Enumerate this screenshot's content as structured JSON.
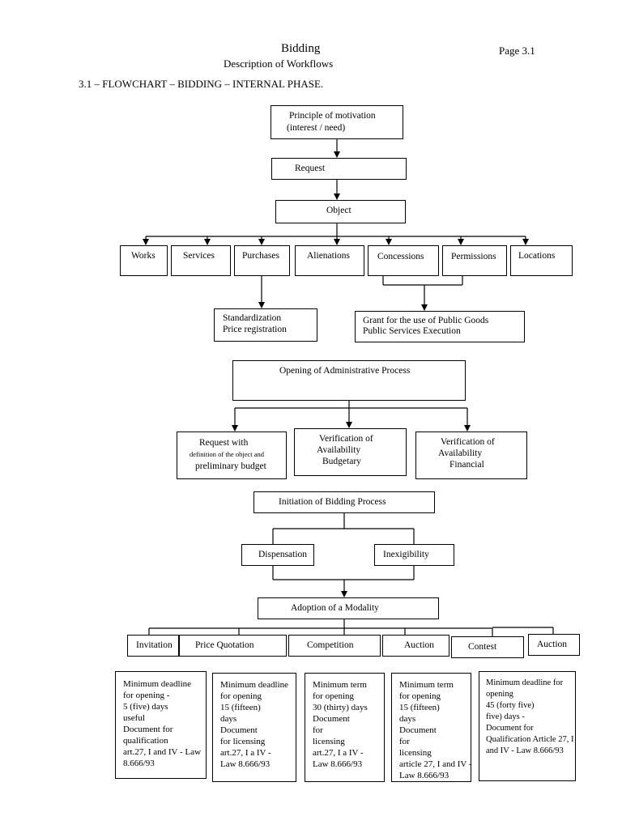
{
  "header": {
    "title": "Bidding",
    "page": "Page 3.1",
    "subtitle": "Description of Workflows",
    "section": "3.1 – FLOWCHART – BIDDING – INTERNAL PHASE."
  },
  "nodes": {
    "motivation_1": "Principle of motivation",
    "motivation_2": "(interest / need)",
    "request": "Request",
    "object": "Object",
    "works": "Works",
    "services": "Services",
    "purchases": "Purchases",
    "alienations": "Alienations",
    "concessions": "Concessions",
    "permissions": "Permissions",
    "locations": "Locations",
    "standardization_1": "Standardization",
    "standardization_2": "Price registration",
    "grant_1": "Grant for the use of Public Goods",
    "grant_2": "Public Services Execution",
    "opening": "Opening of Administrative Process",
    "req_def_1": "Request with",
    "req_def_2": "definition of the object and",
    "req_def_3": "preliminary budget",
    "ver_budget_1": "Verification of",
    "ver_budget_2": "Availability",
    "ver_budget_3": "Budgetary",
    "ver_fin_1": "Verification of",
    "ver_fin_2": "Availability",
    "ver_fin_3": "Financial",
    "initiation": "Initiation of Bidding Process",
    "dispensation": "Dispensation",
    "inexigibility": "Inexigibility",
    "adoption": "Adoption of a Modality",
    "invitation": "Invitation",
    "price_quotation": "Price Quotation",
    "competition": "Competition",
    "auction_1": "Auction",
    "contest": "Contest",
    "auction_2": "Auction"
  },
  "notes": {
    "invitation": "Minimum deadline\nfor opening -\n5 (five) days\nuseful\nDocument for\nqualification\nart.27, I and IV - Law\n8.666/93",
    "price_quotation": "Minimum deadline\nfor opening\n15 (fifteen)\ndays\nDocument\nfor licensing\nart.27, I a IV -\nLaw 8.666/93",
    "competition": "Minimum term\nfor opening\n30 (thirty) days\nDocument\nfor\nlicensing\nart.27, I a IV -\nLaw 8.666/93",
    "auction": "Minimum term\nfor opening\n15 (fifteen)\ndays\nDocument\nfor\nlicensing\narticle 27, I and IV -\nLaw 8.666/93",
    "contest": "Minimum deadline for\nopening\n45 (forty five)\nfive) days -\nDocument for\nQualification Article 27, I\nand IV - Law 8.666/93"
  }
}
